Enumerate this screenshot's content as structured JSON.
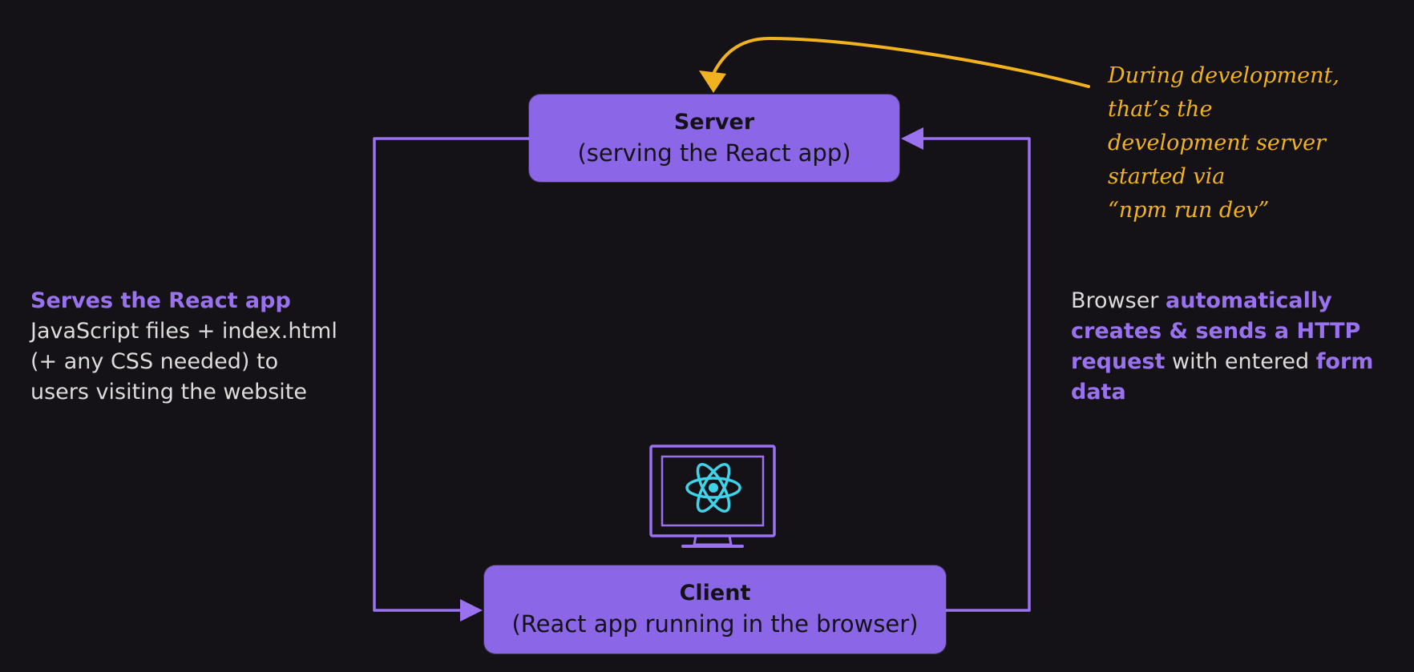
{
  "server": {
    "title": "Server",
    "subtitle": "(serving the React app)"
  },
  "client": {
    "title": "Client",
    "subtitle": "(React app running in the browser)"
  },
  "left_note": {
    "highlight": "Serves the React app",
    "lines": [
      "JavaScript files + index.html",
      "(+ any CSS needed) to",
      "users visiting the website"
    ]
  },
  "right_note": {
    "t1": "Browser ",
    "h1": "automatically",
    "h2": "creates & sends a HTTP",
    "h3": "request",
    "t2": " with entered ",
    "h4": "form",
    "h5": "data"
  },
  "dev_note": {
    "lines": [
      "During development, that’s the",
      "development server started via",
      "“npm run dev”"
    ]
  },
  "colors": {
    "background": "#141216",
    "node": "#8b66e6",
    "highlight": "#9a72f0",
    "annotation": "#f1b21f",
    "react": "#3fd3ea"
  },
  "icons": {
    "monitor": "monitor-icon",
    "react": "react-logo-icon"
  }
}
